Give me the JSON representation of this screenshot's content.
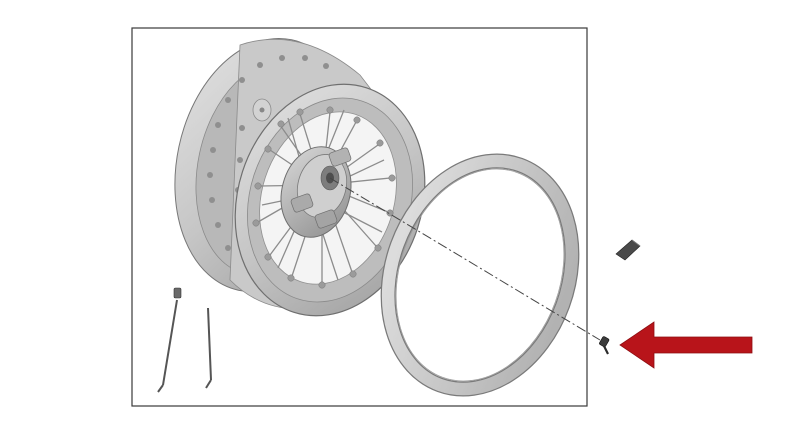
{
  "diagram": {
    "parts": [
      "spoked-rear-wheel",
      "rim-tape",
      "spoke",
      "spoke-nipple",
      "valve-cap",
      "screw"
    ],
    "highlight_color": "#b8141a",
    "line_color": "#444444",
    "frame_color": "#3a3a3a"
  }
}
